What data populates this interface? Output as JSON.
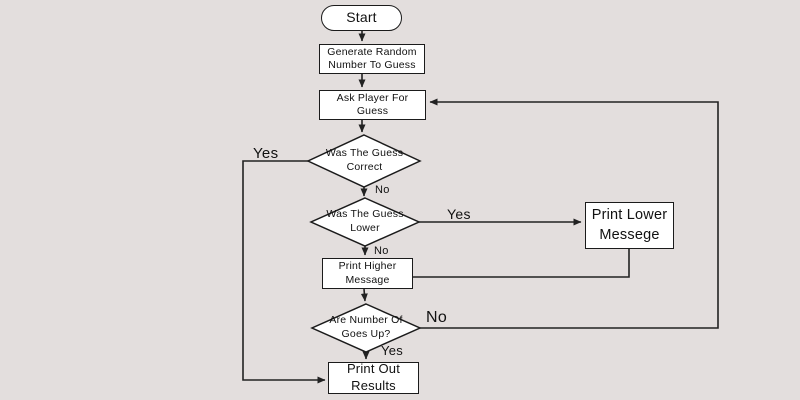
{
  "colors": {
    "background": "#e3dedd",
    "node_fill": "#ffffff",
    "line": "#222222",
    "text": "#111111"
  },
  "nodes": {
    "start": {
      "type": "terminator",
      "label": "Start"
    },
    "generate": {
      "type": "process",
      "line1": "Generate Random",
      "line2": "Number To Guess"
    },
    "ask": {
      "type": "process",
      "line1": "Ask Player For",
      "line2": "Guess"
    },
    "correct": {
      "type": "decision",
      "line1": "Was The Guess",
      "line2": "Correct"
    },
    "lower": {
      "type": "decision",
      "line1": "Was The Guess",
      "line2": "Lower"
    },
    "print_lower": {
      "type": "process",
      "line1": "Print Lower",
      "line2": "Messege"
    },
    "print_higher": {
      "type": "process",
      "line1": "Print Higher",
      "line2": "Message"
    },
    "goes_up": {
      "type": "decision",
      "line1": "Are Number Of",
      "line2": "Goes Up?"
    },
    "print_out": {
      "type": "process",
      "line1": "Print Out",
      "line2": "Results"
    }
  },
  "edge_labels": {
    "correct_yes": "Yes",
    "correct_no": "No",
    "lower_yes": "Yes",
    "lower_no": "No",
    "goes_up_no": "No",
    "goes_up_yes": "Yes"
  }
}
